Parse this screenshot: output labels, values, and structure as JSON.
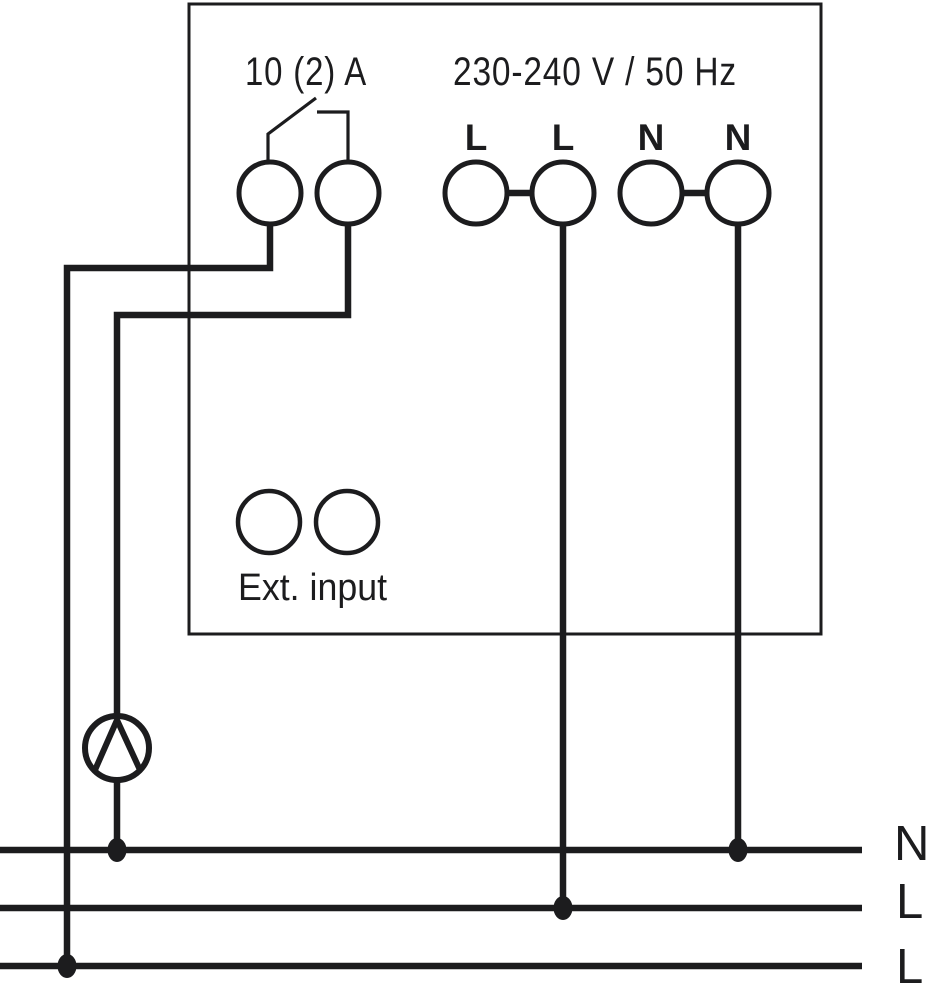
{
  "diagram": {
    "colors": {
      "line": "#1c1c1e",
      "background": "#ffffff"
    },
    "device": {
      "relay_rating_label": "10 (2) A",
      "supply_rating_label": "230-240 V / 50 Hz",
      "terminal_labels": [
        "L",
        "L",
        "N",
        "N"
      ],
      "ext_input_label": "Ext. input"
    },
    "supply_lines": {
      "labels": [
        "N",
        "L",
        "L"
      ]
    },
    "symbols": {
      "pump": "pump-icon",
      "relay_contact": "switch-contact-icon",
      "junction": "junction-dot"
    }
  }
}
